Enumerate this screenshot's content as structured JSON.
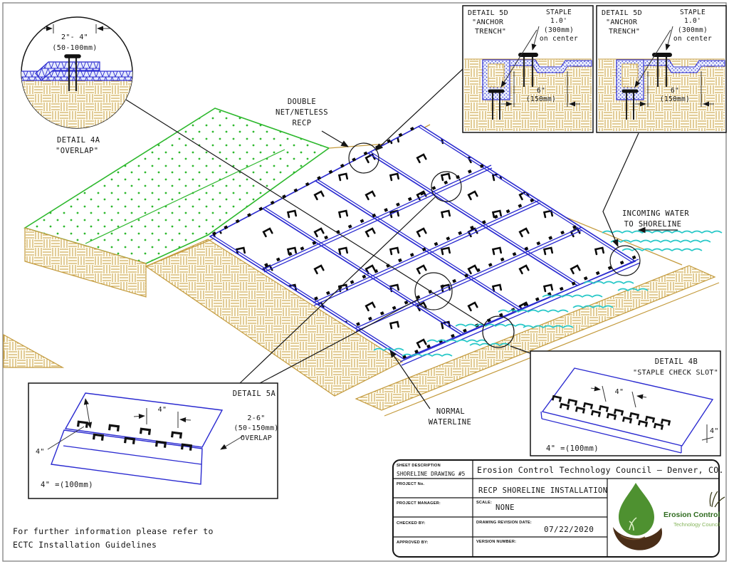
{
  "detail_4a": {
    "dim_in": "2\"- 4\"",
    "dim_mm": "(50-100mm)",
    "title": "DETAIL 4A",
    "subtitle": "\"OVERLAP\""
  },
  "detail_5d": {
    "title": "DETAIL 5D",
    "sub1": "\"ANCHOR",
    "sub2": "TRENCH\"",
    "staple1": "STAPLE",
    "staple2": "1.0'",
    "staple3": "(300mm)",
    "staple4": "on center",
    "dim_in": "6\"",
    "dim_mm": "(150mm)"
  },
  "labels": {
    "dn1": "DOUBLE",
    "dn2": "NET/NETLESS",
    "dn3": "RECP",
    "in1": "INCOMING WATER",
    "in2": "TO SHORELINE",
    "nw1": "NORMAL",
    "nw2": "WATERLINE"
  },
  "detail_5a": {
    "title": "DETAIL 5A",
    "dim_top": "4\"",
    "dim_left": "4\"",
    "ov1": "2-6\"",
    "ov2": "(50-150mm)",
    "ov3": "OVERLAP",
    "scale": "4\" =(100mm)"
  },
  "detail_4b": {
    "title": "DETAIL 4B",
    "subtitle": "\"STAPLE CHECK SLOT\"",
    "dim_top": "4\"",
    "dim_right": "4\"",
    "scale": "4\" =(100mm)"
  },
  "title_block": {
    "sheet_label": "SHEET DESCRIPTION",
    "sheet_value": "SHORELINE DRAWING #5",
    "company": "Erosion Control Technology Council — Denver, CO.",
    "proj_label": "PROJECT No.",
    "proj_value": "RECP SHORELINE INSTALLATION",
    "pm_label": "PROJECT MANAGER:",
    "scale_label": "SCALE:",
    "scale_value": "NONE",
    "check_label": "CHECKED BY:",
    "date_label": "DRAWING REVISION DATE:",
    "date_value": "07/22/2020",
    "appr_label": "APPROVED BY:",
    "ver_label": "VERSION NUMBER:"
  },
  "logo": {
    "name": "Erosion Control",
    "tagline": "Technology Council"
  },
  "footer": {
    "line1": "For further information please refer to",
    "line2": "ECTC Installation Guidelines"
  },
  "colors": {
    "recp_blue": "#2a2ad0",
    "veg_green": "#2db82d",
    "soil_tan": "#c49b3e",
    "water_cyan": "#27c8c8",
    "line_black": "#141414",
    "logo_green": "#4e9130",
    "logo_brown": "#4a2e18"
  }
}
